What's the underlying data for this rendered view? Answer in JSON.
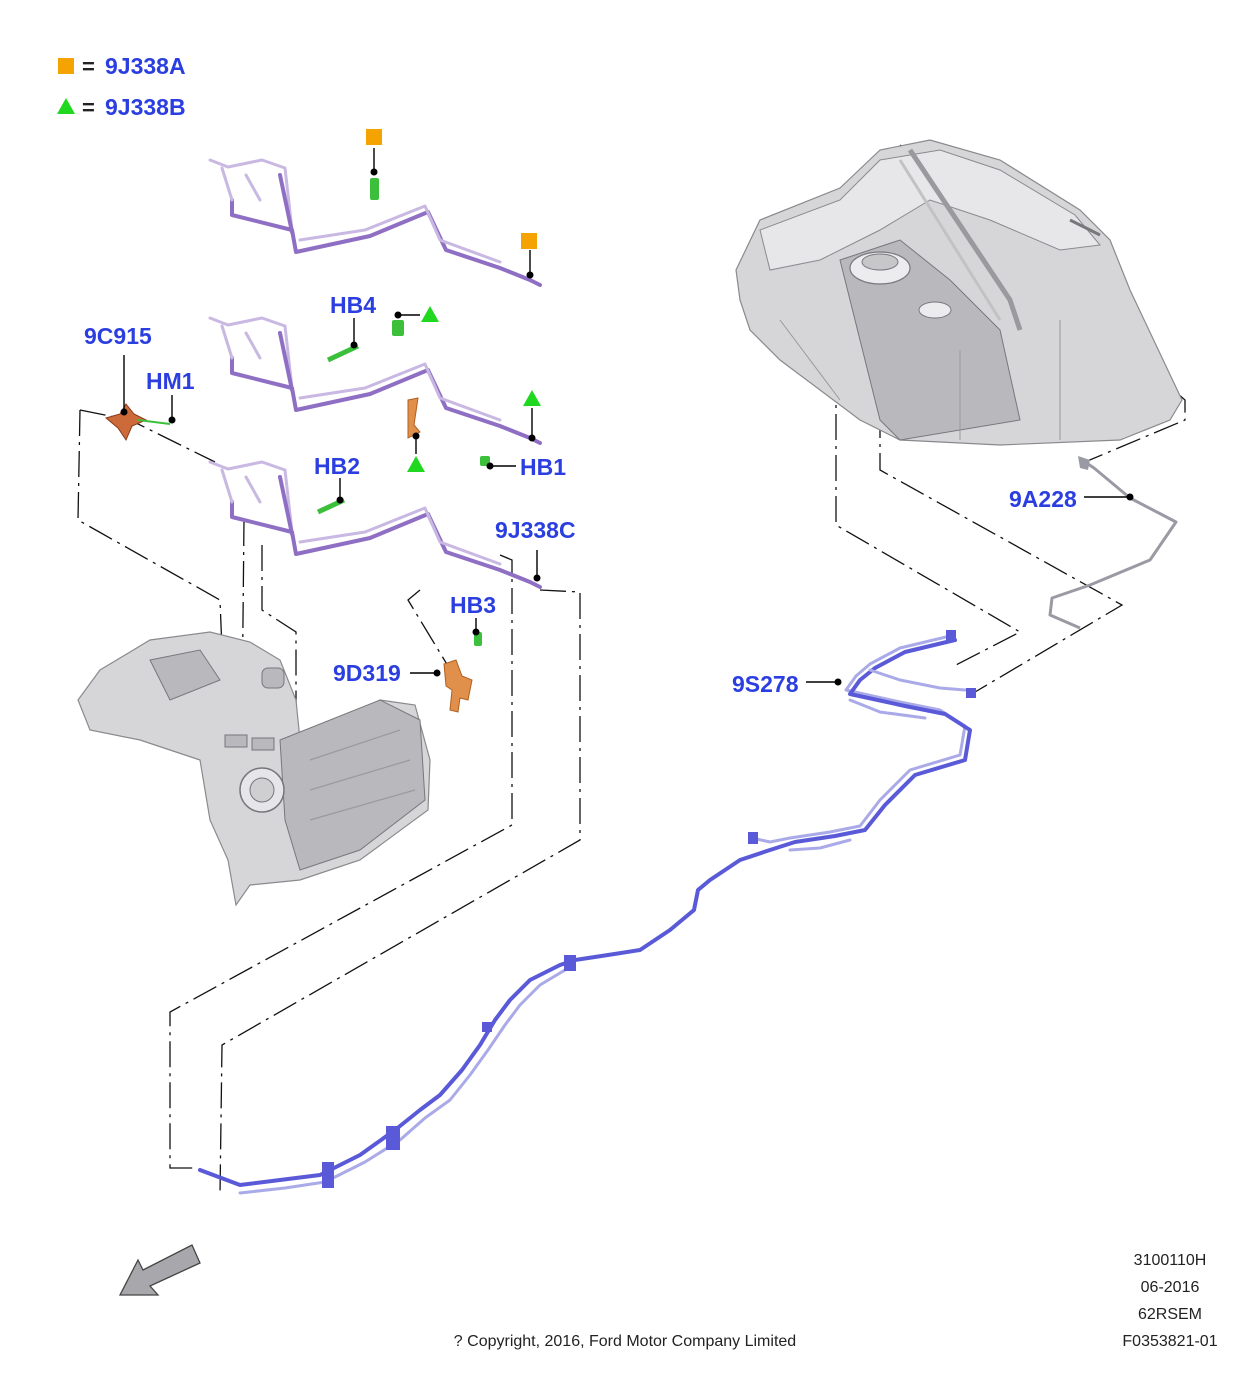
{
  "legend": [
    {
      "marker": "orange-square",
      "equals": "=",
      "part": "9J338A",
      "color": "#f5a300"
    },
    {
      "marker": "green-triangle",
      "equals": "=",
      "part": "9J338B",
      "color": "#1fd81f"
    }
  ],
  "labels": {
    "9c915": "9C915",
    "hm1": "HM1",
    "hb4": "HB4",
    "hb1": "HB1",
    "hb2": "HB2",
    "hb3": "HB3",
    "9j338c": "9J338C",
    "9d319": "9D319",
    "9a228": "9A228",
    "9s278": "9S278"
  },
  "meta": {
    "code1": "3100110H",
    "date": "06-2016",
    "code2": "62RSEM",
    "code3": "F0353821-01",
    "copyright": "? Copyright, 2016, Ford Motor Company Limited"
  },
  "colors": {
    "label_blue": "#2b3ee0",
    "pipe_purple": "#8f6fc4",
    "pipe_blue": "#5a5ad8",
    "bracket_orange": "#e0904a",
    "clip_green": "#3cc03c"
  }
}
